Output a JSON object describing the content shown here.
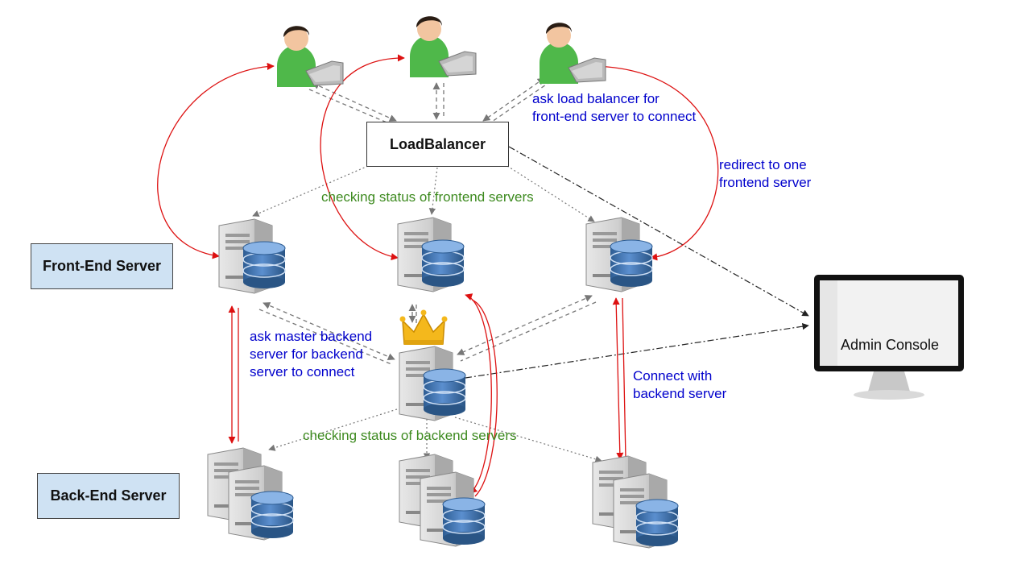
{
  "nodes": {
    "load_balancer": "LoadBalancer",
    "front_end_tier": "Front-End Server",
    "back_end_tier": "Back-End Server",
    "admin_console": "Admin Console"
  },
  "annotations": {
    "ask_lb_line1": "ask load balancer for",
    "ask_lb_line2": "front-end server to connect",
    "redirect_line1": "redirect to one",
    "redirect_line2": "frontend server",
    "checking_frontend": "checking status of frontend servers",
    "ask_master_line1": "ask master backend",
    "ask_master_line2": "server for backend",
    "ask_master_line3": "server to connect",
    "connect_backend_line1": "Connect with",
    "connect_backend_line2": "backend server",
    "checking_backend": "checking status of backend servers"
  },
  "icons": {
    "user": "user-laptop-icon",
    "server": "server-database-icon",
    "server_pair": "server-pair-database-icon",
    "crown": "crown-icon",
    "monitor": "monitor-icon"
  },
  "colors": {
    "annotation_blue": "#0000cc",
    "annotation_green": "#3d8a1f",
    "redirect_arrow": "#dd1111",
    "tier_box": "#cfe2f3",
    "database": "#3d6fa8"
  }
}
